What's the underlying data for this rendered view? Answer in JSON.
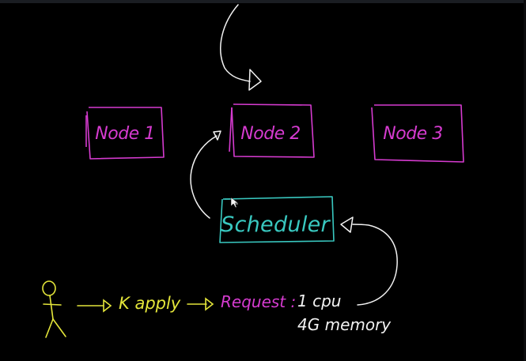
{
  "colors": {
    "background": "#000000",
    "node": "#d63bd0",
    "scheduler": "#39c8c0",
    "flow": "#e4e63a",
    "request_label": "#d63bd0",
    "ink_white": "#f2f2f2"
  },
  "nodes": [
    {
      "label": "Node 1"
    },
    {
      "label": "Node 2"
    },
    {
      "label": "Node 3"
    }
  ],
  "scheduler": {
    "label": "Scheduler"
  },
  "flow": {
    "actor_icon": "stick-figure-icon",
    "command_label": "K apply",
    "request_label": "Request :",
    "request_cpu": "1 cpu",
    "request_memory": "4G memory"
  }
}
